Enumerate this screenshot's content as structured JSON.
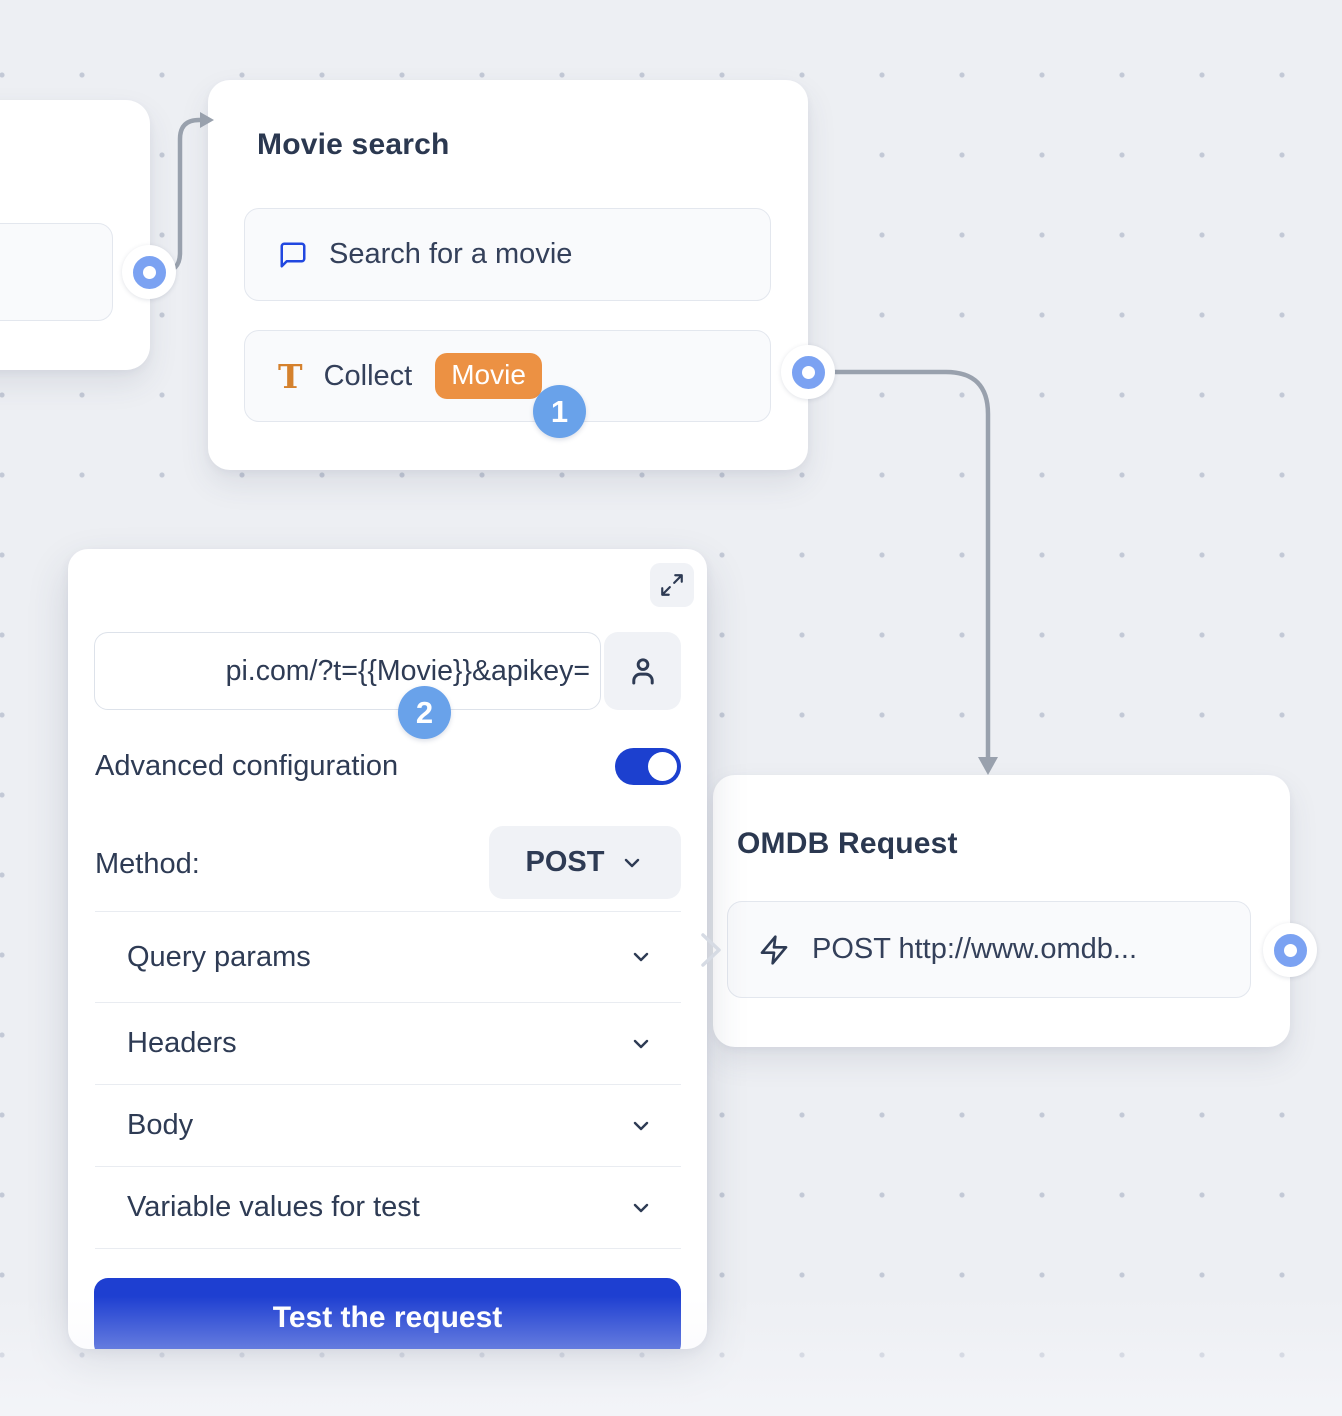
{
  "canvas": {
    "background": "#edeff3",
    "dot_color": "#c3c9d6",
    "connector_color": "#99a1ad"
  },
  "colors": {
    "accent_blue": "#1e3fd1",
    "toggle_blue": "#1c40cf",
    "port_blue": "#7ba2f2",
    "badge_blue": "#69a2ea",
    "variable_orange": "#ec9143",
    "title_text": "#2b3850"
  },
  "badges": {
    "step1": "1",
    "step2": "2"
  },
  "nodes": {
    "movie_search": {
      "title": "Movie search",
      "items": [
        {
          "icon": "chat-bubble-icon",
          "label": "Search for a movie"
        },
        {
          "icon": "text-collect-icon",
          "label": "Collect",
          "variable": "Movie"
        }
      ]
    },
    "omdb_request": {
      "title": "OMDB Request",
      "items": [
        {
          "icon": "lightning-icon",
          "label": "POST http://www.omdb..."
        }
      ]
    }
  },
  "panel": {
    "url_value": "pi.com/?t={{Movie}}&apikey=",
    "icons": [
      "expand-icon",
      "user-icon",
      "chevron-down-icon"
    ],
    "advanced_label": "Advanced configuration",
    "advanced_toggle_state": "on",
    "method_label": "Method:",
    "method_value": "POST",
    "sections": [
      "Query params",
      "Headers",
      "Body",
      "Variable values for test"
    ],
    "test_button": "Test the request"
  }
}
